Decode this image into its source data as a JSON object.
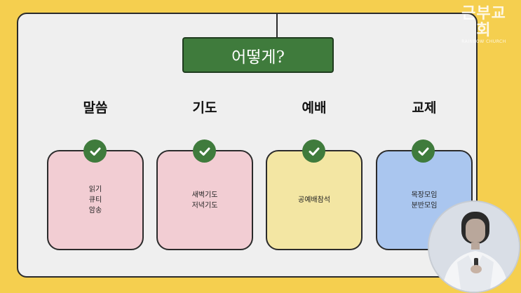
{
  "title_box": {
    "label": "어떻게?"
  },
  "columns": [
    {
      "heading": "말씀",
      "items": "읽기\n큐티\n암송",
      "card_color": "#f2cdd3"
    },
    {
      "heading": "기도",
      "items": "새벽기도\n저녁기도",
      "card_color": "#f2cdd3"
    },
    {
      "heading": "예배",
      "items": "공예배참석",
      "card_color": "#f3e6a3"
    },
    {
      "heading": "교제",
      "items": "목장모임\n분반모임",
      "card_color": "#aac6ef"
    }
  ],
  "logo": {
    "main": "근부교회",
    "sub": "RAINBOW CHURCH"
  },
  "colors": {
    "background": "#f5cf4f",
    "slide": "#efefef",
    "accent_green": "#3f7b3c"
  }
}
